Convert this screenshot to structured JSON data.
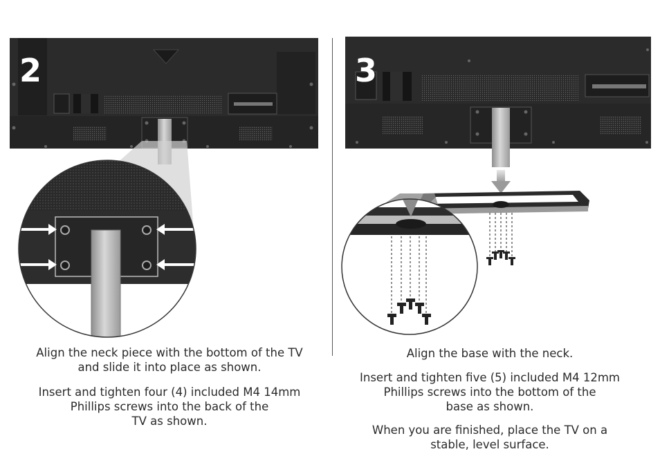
{
  "steps": [
    {
      "number": "2",
      "paragraphs": [
        "Align the neck piece with the bottom of the TV\nand slide it into place as shown.",
        "Insert and tighten four (4) included M4 14mm\nPhillips screws into the back of the\nTV as shown."
      ]
    },
    {
      "number": "3",
      "paragraphs": [
        "Align the base with the neck.",
        "Insert and tighten five (5) included M4 12mm\nPhillips screws into the bottom of the\nbase as shown.",
        "When you are finished, place the TV on a\nstable, level surface."
      ]
    }
  ],
  "colors": {
    "tv_body": "#2b2b2b",
    "tv_dark": "#1c1c1c",
    "neck_metal": "#b5b5b5",
    "zoom_cone": "#c9c9c9",
    "arrow": "#ffffff"
  }
}
